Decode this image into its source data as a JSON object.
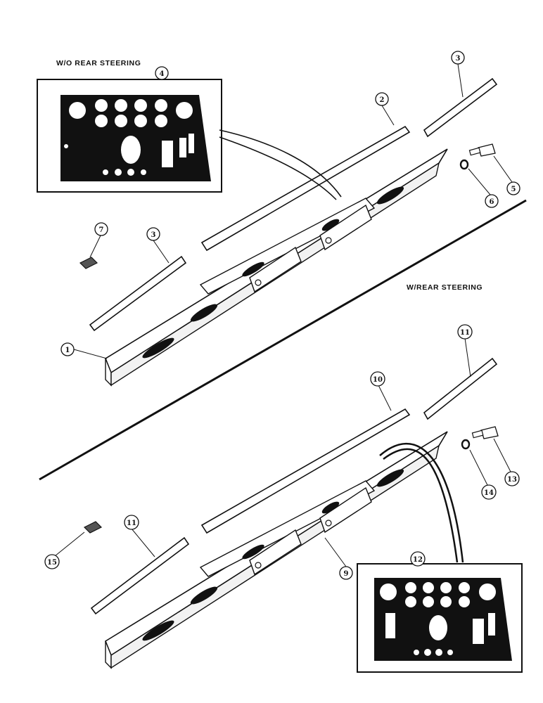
{
  "captions": {
    "without_rear_steering": "W/O REAR STEERING",
    "with_rear_steering": "W/REAR STEERING"
  },
  "callouts": {
    "c1": "1",
    "c2": "2",
    "c3a": "3",
    "c3b": "3",
    "c4": "4",
    "c5": "5",
    "c6": "6",
    "c7": "7",
    "c9": "9",
    "c10": "10",
    "c11a": "11",
    "c11b": "11",
    "c12": "12",
    "c13": "13",
    "c14": "14",
    "c15": "15"
  }
}
